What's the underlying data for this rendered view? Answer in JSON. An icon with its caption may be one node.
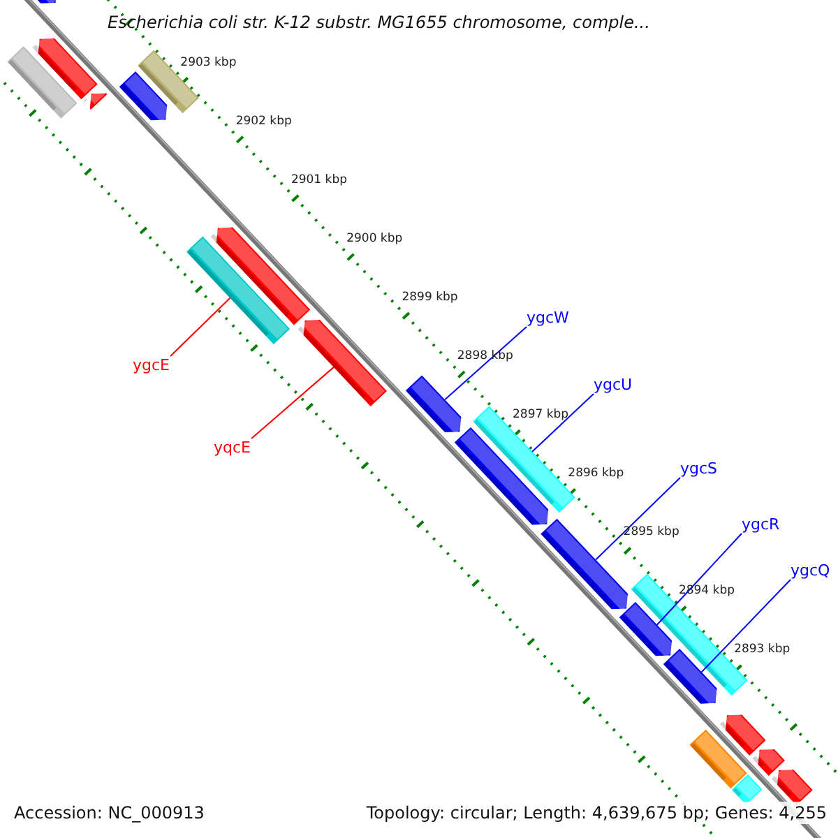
{
  "diagram": {
    "title": "Escherichia coli str. K-12 substr. MG1655 chromosome, comple...",
    "nodes": [
      {
        "text": [
          "ygcE"
        ]
      },
      {
        "text": [
          "yqcE"
        ]
      },
      {
        "text": [
          "ygcW"
        ]
      },
      {
        "text": [
          "ygcU"
        ]
      },
      {
        "text": [
          "ygcS"
        ]
      },
      {
        "text": [
          "ygcR"
        ]
      },
      {
        "text": [
          "ygcQ"
        ]
      },
      {
        "text": [],
        "shape": "bar"
      },
      {
        "text": [],
        "shape": "arrow"
      },
      {
        "text": [],
        "shape": "arrow"
      },
      {
        "text": [],
        "shape": "bar"
      },
      {
        "text": [],
        "shape": "arrow"
      },
      {
        "text": [],
        "shape": "arrow"
      },
      {
        "text": [],
        "shape": "arrow"
      },
      {
        "text": [],
        "shape": "arrow"
      },
      {
        "text": [],
        "shape": "arrow"
      },
      {
        "text": [],
        "shape": "arrow"
      },
      {
        "text": [],
        "shape": "bar"
      },
      {
        "text": [],
        "shape": "bar"
      },
      {
        "text": [],
        "shape": "arrow"
      },
      {
        "text": [],
        "shape": "arrow"
      },
      {
        "text": [],
        "shape": "arrow"
      },
      {
        "text": [],
        "shape": "bar"
      },
      {
        "text": [],
        "shape": "arrow"
      },
      {
        "text": [],
        "shape": "arrow"
      },
      {
        "text": [],
        "shape": "arrow"
      },
      {
        "text": [],
        "shape": "bar"
      },
      {
        "text": [],
        "shape": "bar"
      }
    ],
    "edges": [
      {
        "from": 0,
        "to": 7,
        "arrow": "none",
        "color": "#ff0000"
      },
      {
        "from": 1,
        "to": 8,
        "arrow": "none",
        "color": "#ff0000"
      },
      {
        "from": 2,
        "to": 9,
        "arrow": "none"
      },
      {
        "from": 3,
        "to": 10,
        "arrow": "none"
      },
      {
        "from": 4,
        "to": 11,
        "arrow": "none"
      },
      {
        "from": 5,
        "to": 12,
        "arrow": "none"
      },
      {
        "from": 6,
        "to": 13,
        "arrow": "none"
      }
    ],
    "labels": [
      "2903 kbp",
      "2902 kbp",
      "2901 kbp",
      "2900 kbp",
      "2899 kbp",
      "2898 kbp",
      "2897 kbp",
      "2896 kbp",
      "2895 kbp",
      "2894 kbp",
      "2893 kbp",
      "Accession: NC_000913",
      "Topology: circular; Length: 4,639,675 bp; Genes: 4,255"
    ]
  }
}
